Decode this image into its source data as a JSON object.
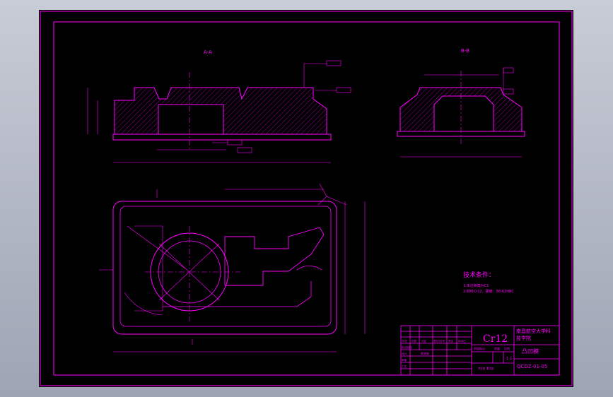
{
  "drawing": {
    "section_a_label": "A-A",
    "section_b_label": "B-B",
    "tech_req_title": "技术条件：",
    "tech_req_items": [
      "1.未注倒角为C1",
      "2.材料Cr12，硬度：58-62HRC"
    ],
    "title_block": {
      "material": "Cr12",
      "school_line1": "南昌航空大学科",
      "school_line2": "技学院",
      "part_name": "凸凹模",
      "drawing_no": "QCDZ-01-05",
      "scale": "1:1",
      "sheet_info": "共1张  第1张",
      "row_labels": [
        "标记处数",
        "设计",
        "审核",
        "工艺"
      ],
      "header_labels": [
        "标记",
        "处数",
        "分区",
        "更改文件号",
        "签名",
        "年月日"
      ],
      "stage_labels": [
        "阶段标记",
        "质量",
        "比例"
      ],
      "designer": "陈文彬"
    },
    "colors": {
      "line": "#ff00ff",
      "paper": "#000000",
      "background": "#b4b9c6"
    }
  }
}
